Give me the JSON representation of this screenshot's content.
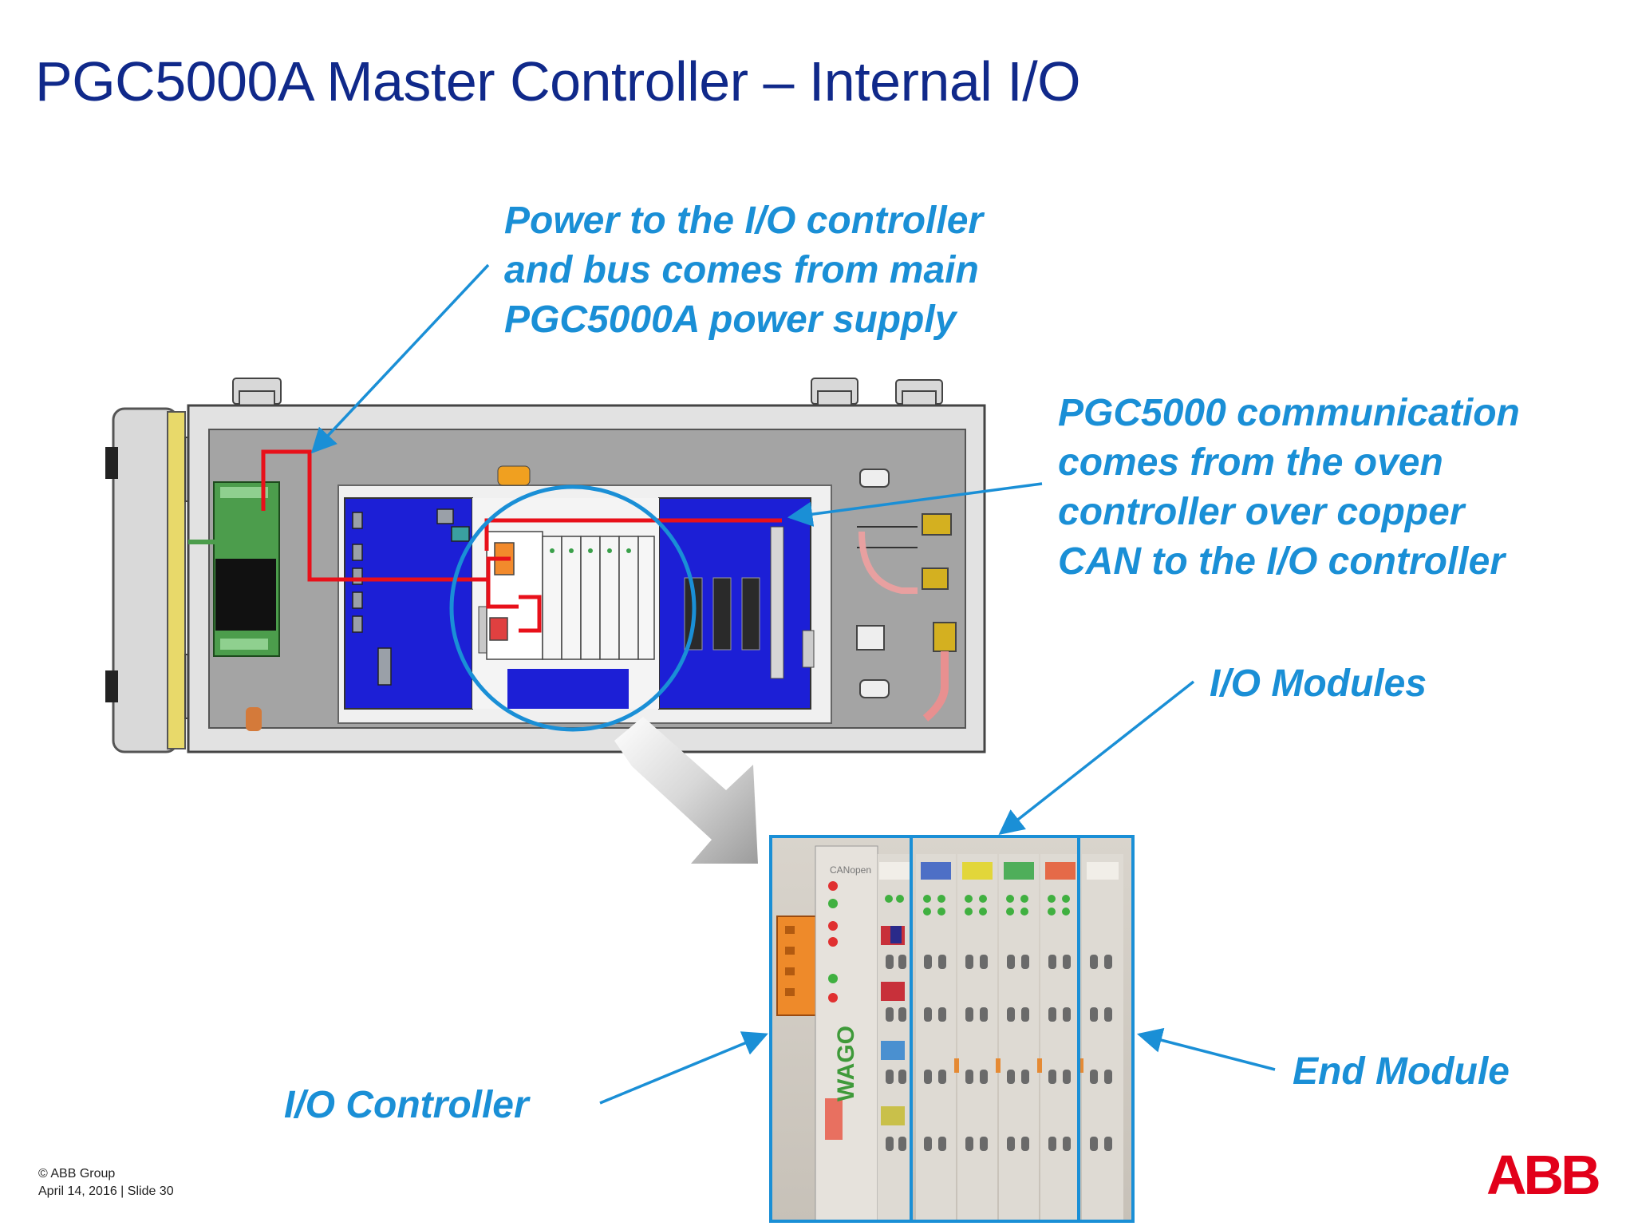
{
  "slide": {
    "title": "PGC5000A Master Controller – Internal I/O",
    "callouts": {
      "power": [
        "Power to the I/O controller",
        "and bus comes from main",
        "PGC5000A power supply"
      ],
      "communication": [
        "PGC5000 communication",
        "comes from the oven",
        "controller over copper",
        "CAN to the I/O controller"
      ],
      "io_modules": "I/O Modules",
      "io_controller": "I/O Controller",
      "end_module": "End Module"
    },
    "photo_labels": {
      "brand": "WAGO",
      "canopen": "CANopen"
    },
    "footer": {
      "copyright": "© ABB Group",
      "date_slide": "April 14, 2016 | Slide 30"
    },
    "logo": "ABB",
    "colors": {
      "title": "#10298a",
      "callout": "#1a8fd6",
      "board_blue": "#1c1fd6",
      "wire_red": "#e8101a",
      "logo_red": "#e2001a"
    }
  }
}
